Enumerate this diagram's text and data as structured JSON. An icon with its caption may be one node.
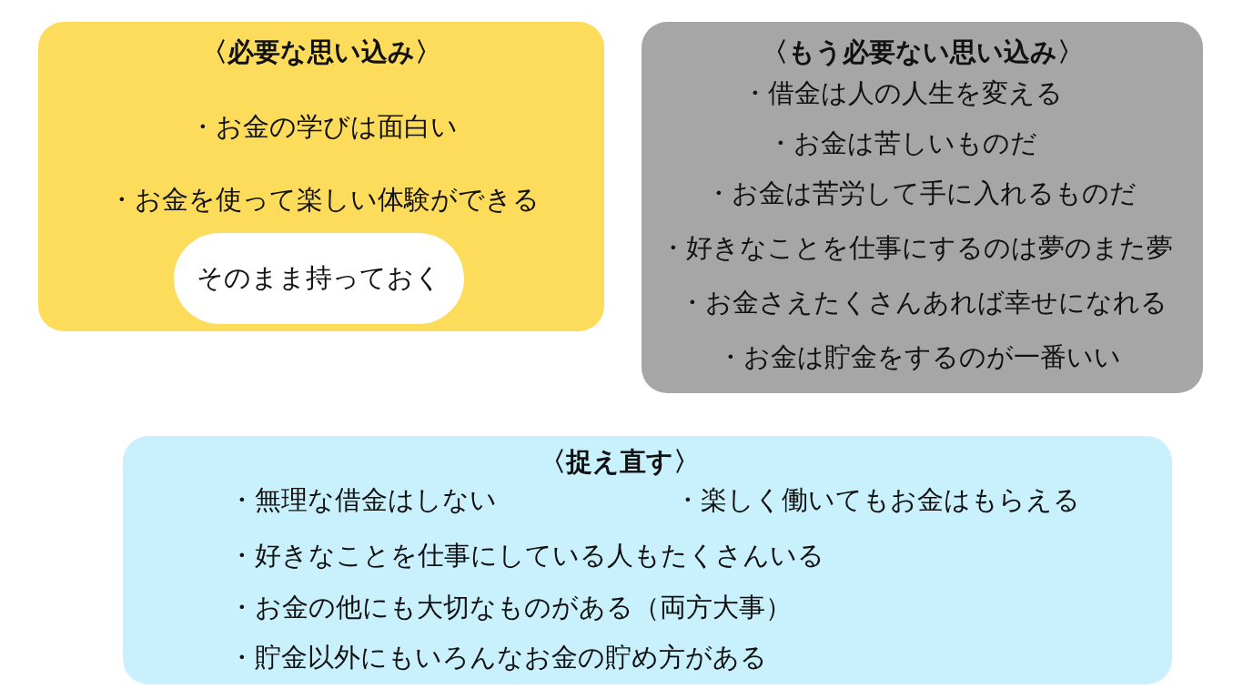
{
  "diagram": {
    "nodes": [
      {
        "text": [
          "〈必要な思い込み〉",
          "・お金の学びは面白い",
          "・お金を使って楽しい体験ができる"
        ]
      },
      {
        "text": [
          "そのまま持っておく"
        ],
        "in": 0
      },
      {
        "text": [
          "〈もう必要ない思い込み〉",
          "・借金は人の人生を変える",
          "・お金は苦しいものだ",
          "・お金は苦労して手に入れるものだ",
          "・好きなことを仕事にするのは夢のまた夢",
          "・お金さえたくさんあれば幸せになれる",
          "・お金は貯金をするのが一番いい"
        ]
      },
      {
        "text": [
          "〈捉え直す〉",
          "・無理な借金はしない",
          "・楽しく働いてもお金はもらえる",
          "・好きなことを仕事にしている人もたくさんいる",
          "・お金の他にも大切なものがある（両方大事）",
          "・貯金以外にもいろんなお金の貯め方がある"
        ]
      }
    ]
  }
}
